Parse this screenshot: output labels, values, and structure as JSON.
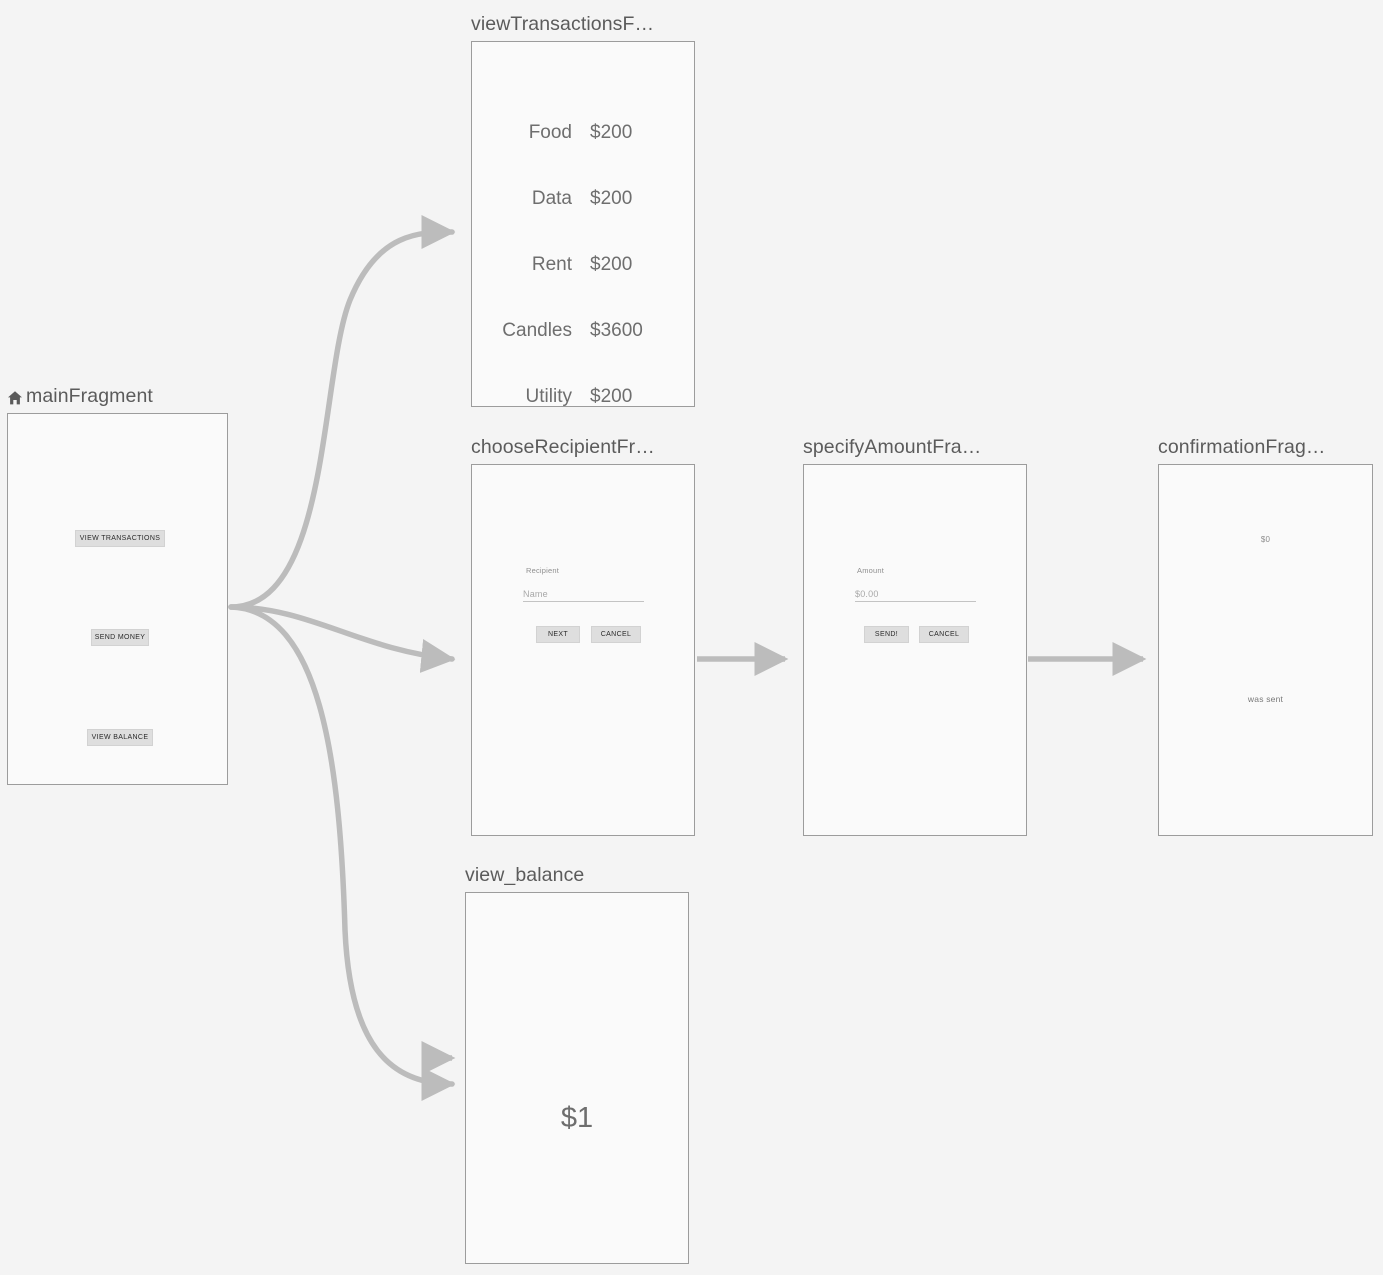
{
  "canvas": {
    "background": "#f4f4f4",
    "node_fill": "#fafafa",
    "node_border": "#9c9c9c",
    "edge_color": "#bcbcbc",
    "title_color": "#5b5b5b"
  },
  "nodes": {
    "main": {
      "title": "mainFragment",
      "icon": "home-icon",
      "is_start_destination": true,
      "buttons": [
        {
          "label": "VIEW TRANSACTIONS"
        },
        {
          "label": "SEND MONEY"
        },
        {
          "label": "VIEW BALANCE"
        }
      ]
    },
    "view_transactions": {
      "title": "viewTransactionsF…",
      "transactions": [
        {
          "label": "Food",
          "amount": "$200"
        },
        {
          "label": "Data",
          "amount": "$200"
        },
        {
          "label": "Rent",
          "amount": "$200"
        },
        {
          "label": "Candles",
          "amount": "$3600"
        },
        {
          "label": "Utility",
          "amount": "$200"
        }
      ]
    },
    "choose_recipient": {
      "title": "chooseRecipientFr…",
      "field_label": "Recipient",
      "field_placeholder": "Name",
      "buttons": [
        {
          "label": "NEXT"
        },
        {
          "label": "CANCEL"
        }
      ]
    },
    "specify_amount": {
      "title": "specifyAmountFra…",
      "field_label": "Amount",
      "field_placeholder": "$0.00",
      "buttons": [
        {
          "label": "SEND!"
        },
        {
          "label": "CANCEL"
        }
      ]
    },
    "confirmation": {
      "title": "confirmationFrag…",
      "amount": "$0",
      "message": "was sent"
    },
    "view_balance": {
      "title": "view_balance",
      "balance": "$1"
    }
  }
}
